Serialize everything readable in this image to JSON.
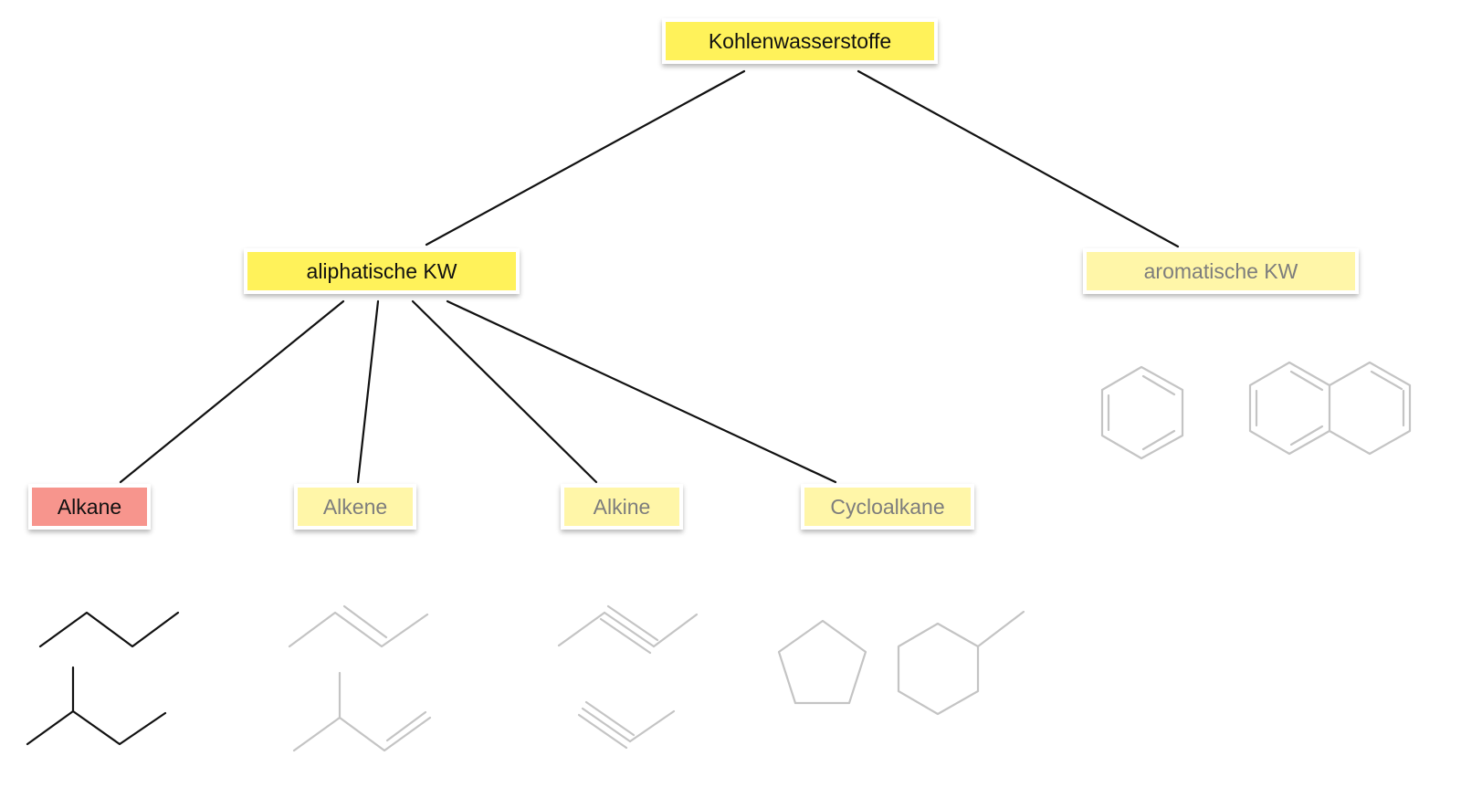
{
  "diagram": {
    "root": {
      "label": "Kohlenwasserstoffe",
      "color": "#fff25a"
    },
    "aliphatic": {
      "label": "aliphatische KW",
      "color": "#fff25a"
    },
    "aromatic": {
      "label": "aromatische KW",
      "color": "#fff6a8"
    },
    "classes": {
      "alkane": {
        "label": "Alkane",
        "color": "#f7958d",
        "highlighted": true
      },
      "alkene": {
        "label": "Alkene",
        "color": "#fff6a8"
      },
      "alkine": {
        "label": "Alkine",
        "color": "#fff6a8"
      },
      "cycloalkane": {
        "label": "Cycloalkane",
        "color": "#fff6a8"
      }
    },
    "structures": {
      "alkane": [
        "butane-skeleton",
        "isopentane-skeleton"
      ],
      "alkene": [
        "2-butene-skeleton",
        "3-methyl-1-butene-skeleton"
      ],
      "alkine": [
        "2-butyne-skeleton",
        "propyne-skeleton"
      ],
      "cycloalkane": [
        "cyclopentane-skeleton",
        "methylcyclohexane-skeleton"
      ],
      "aromatic": [
        "benzene-skeleton",
        "naphthalene-skeleton"
      ]
    },
    "colors": {
      "line_strong": "#111111",
      "line_faded": "#c4c4c4"
    }
  }
}
